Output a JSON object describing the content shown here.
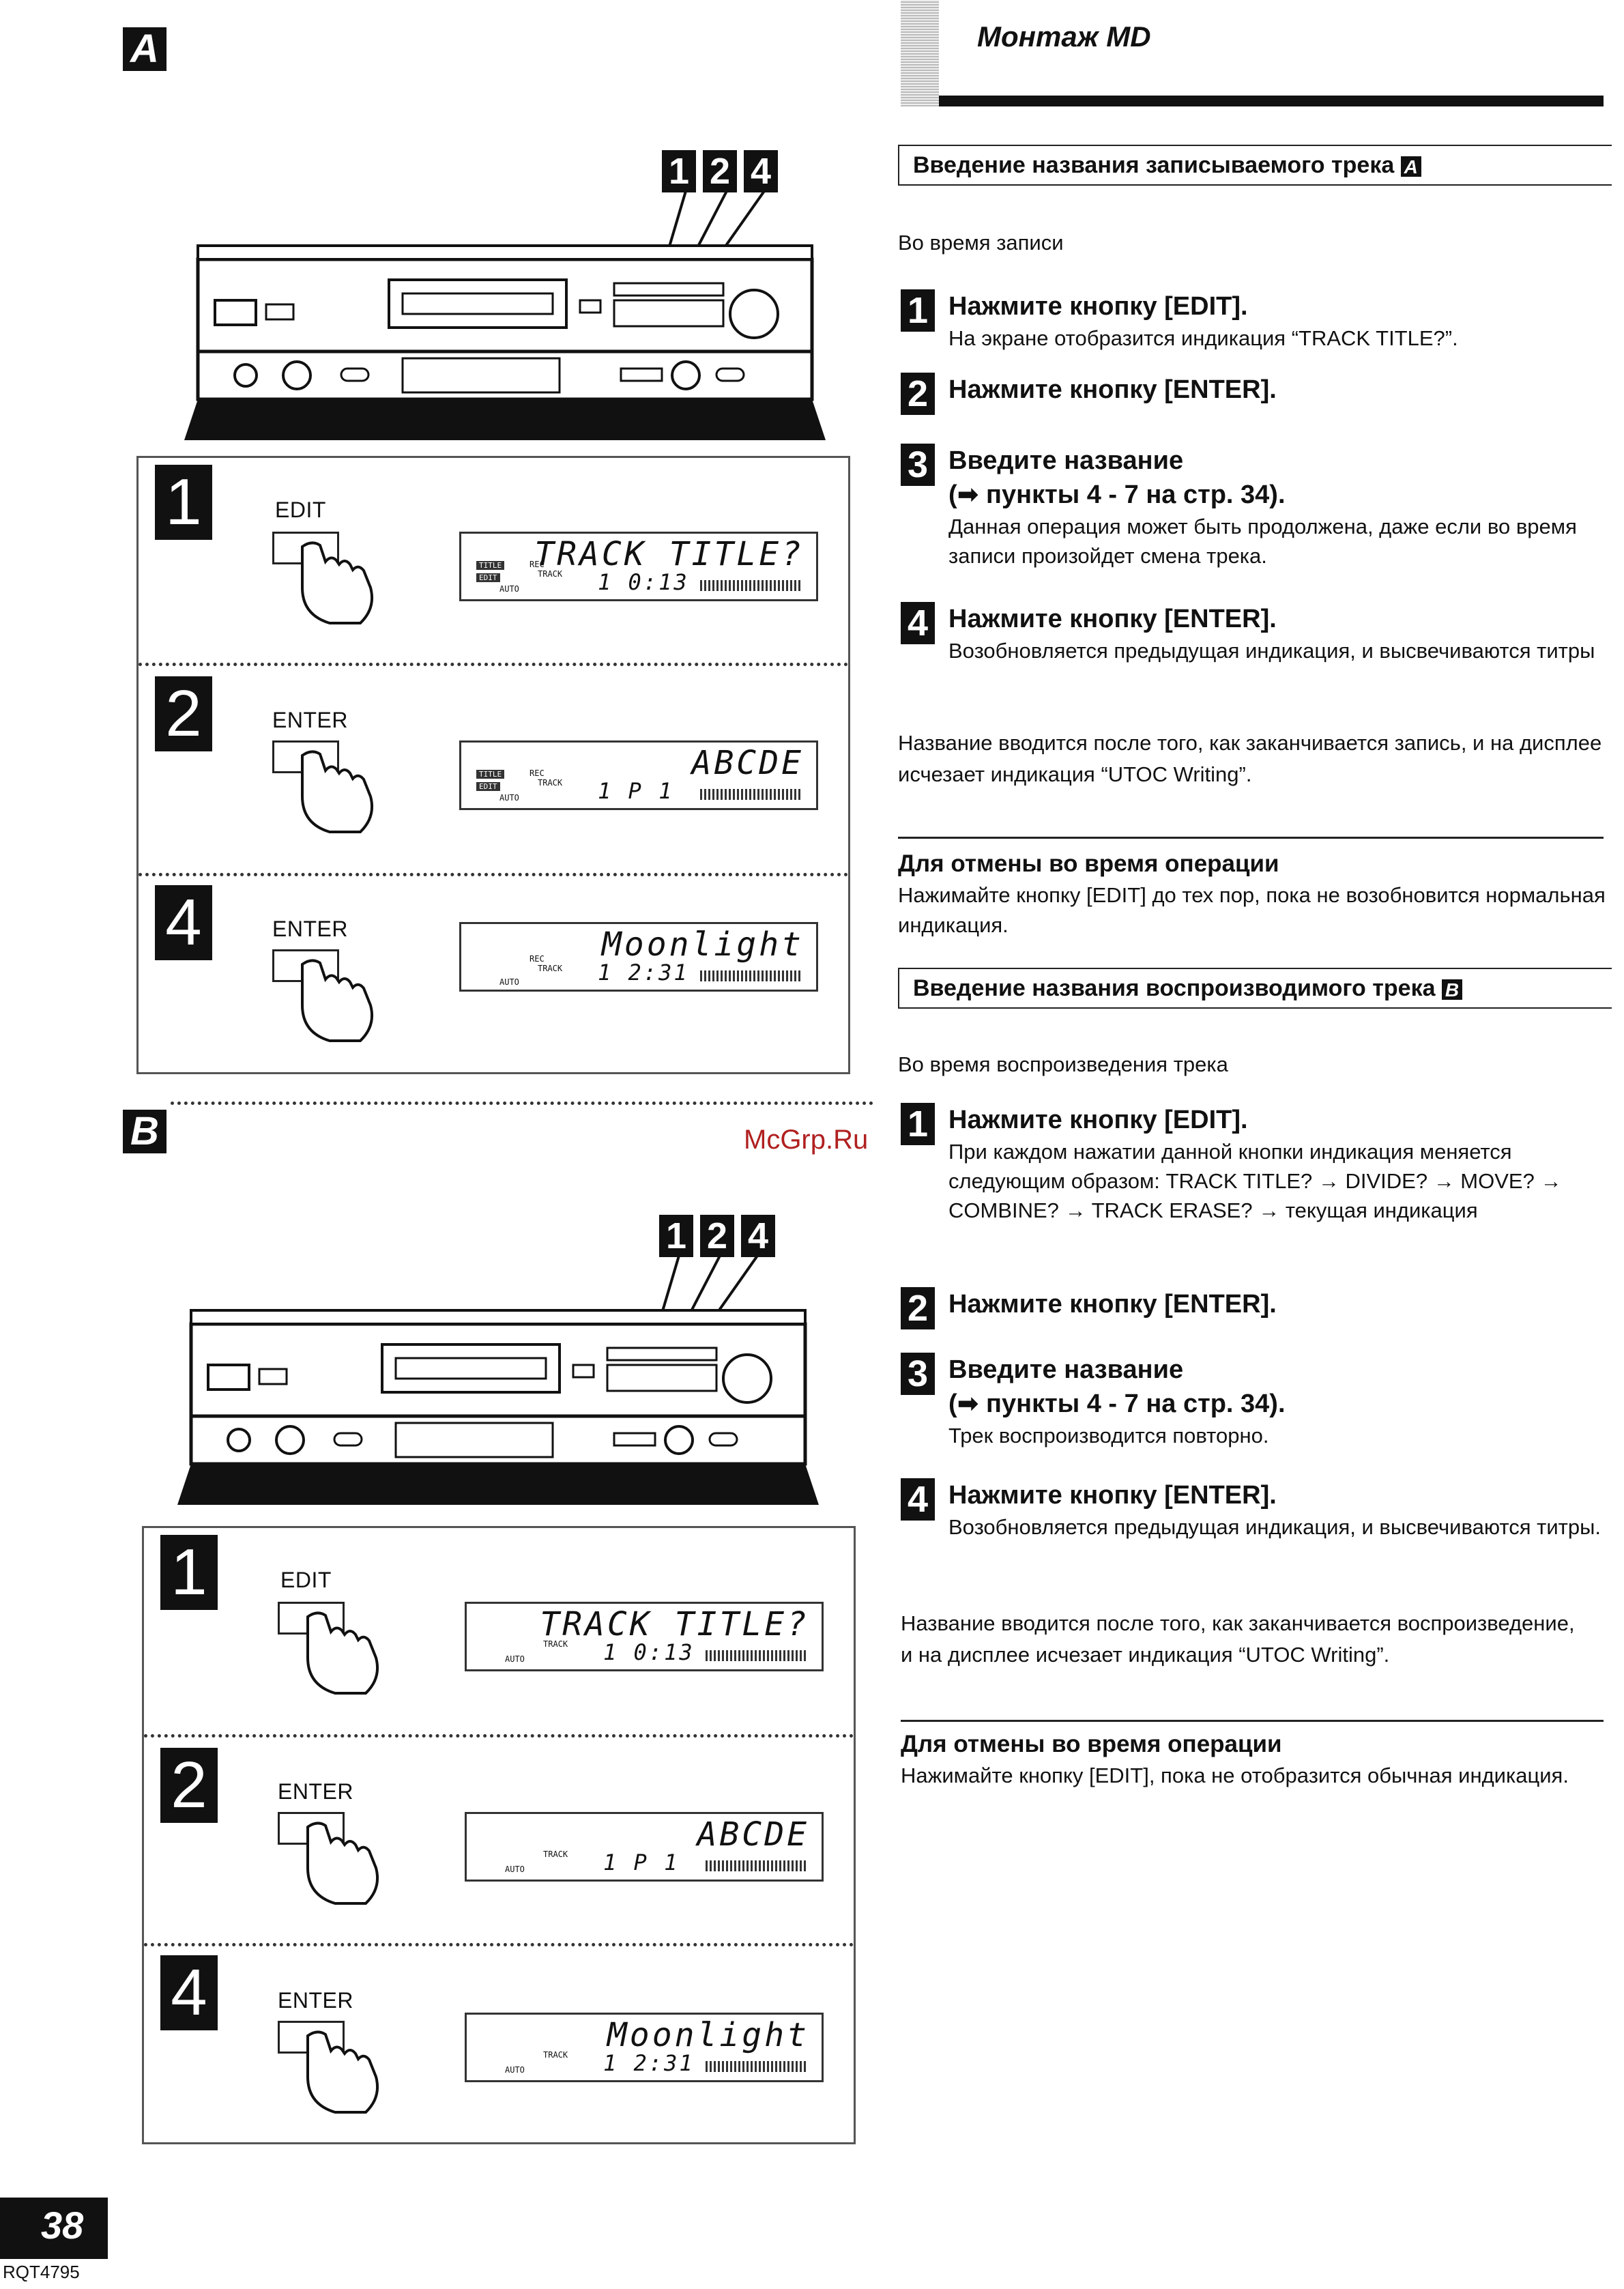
{
  "header": {
    "title": "Монтаж MD"
  },
  "section_a": {
    "letter": "A",
    "callout_numbers": [
      "1",
      "2",
      "4"
    ],
    "panels": [
      {
        "number": "1",
        "button": "EDIT",
        "lcd_main": "TRACK TITLE?",
        "lcd_sub": "1  0:13"
      },
      {
        "number": "2",
        "button": "ENTER",
        "lcd_main": "ABCDE",
        "lcd_sub": "1 P   1"
      },
      {
        "number": "4",
        "button": "ENTER",
        "lcd_main": "Moonlight",
        "lcd_sub": "1  2:31"
      }
    ],
    "lcd_labels": {
      "rec": "REC",
      "track": "TRACK",
      "auto": "AUTO",
      "title": "TITLE",
      "edit": "EDIT"
    }
  },
  "section_b": {
    "letter": "B",
    "callout_numbers": [
      "1",
      "2",
      "4"
    ],
    "panels": [
      {
        "number": "1",
        "button": "EDIT",
        "lcd_main": "TRACK TITLE?",
        "lcd_sub": "1  0:13"
      },
      {
        "number": "2",
        "button": "ENTER",
        "lcd_main": "ABCDE",
        "lcd_sub": "1 P   1"
      },
      {
        "number": "4",
        "button": "ENTER",
        "lcd_main": "Moonlight",
        "lcd_sub": "1  2:31"
      }
    ],
    "lcd_labels": {
      "track": "TRACK",
      "auto": "AUTO"
    }
  },
  "watermark": "McGrp.Ru",
  "right_a": {
    "heading": "Введение названия записываемого трека",
    "heading_letter": "A",
    "intro": "Во время записи",
    "steps": [
      {
        "num": "1",
        "title": "Нажмите кнопку [EDIT].",
        "text": "На экране отобразится индикация “TRACK TITLE?”."
      },
      {
        "num": "2",
        "title": "Нажмите кнопку [ENTER].",
        "text": ""
      },
      {
        "num": "3",
        "title": "Введите название",
        "title2": "(➡ пункты 4 - 7 на стр. 34).",
        "text": "Данная операция может быть продолжена, даже если во время записи произойдет смена трека."
      },
      {
        "num": "4",
        "title": "Нажмите кнопку [ENTER].",
        "text": "Возобновляется предыдущая индикация, и высвечиваются титры"
      }
    ],
    "note": "Название вводится после того, как заканчивается запись, и на дисплее исчезает индикация “UTOC Writing”.",
    "cancel_title": "Для отмены во время операции",
    "cancel_text": "Нажимайте кнопку [EDIT] до тех пор, пока не возобновится нормальная индикация."
  },
  "right_b": {
    "heading": "Введение названия воспроизводимого трека",
    "heading_letter": "B",
    "intro": "Во время воспроизведения трека",
    "steps": [
      {
        "num": "1",
        "title": "Нажмите кнопку [EDIT].",
        "text": "При каждом нажатии данной кнопки индикация меняется следующим образом: TRACK TITLE? → DIVIDE? → MOVE? → COMBINE? → TRACK ERASE? → текущая индикация"
      },
      {
        "num": "2",
        "title": "Нажмите кнопку [ENTER].",
        "text": ""
      },
      {
        "num": "3",
        "title": "Введите название",
        "title2": "(➡ пункты 4 - 7 на стр. 34).",
        "text": "Трек воспроизводится повторно."
      },
      {
        "num": "4",
        "title": "Нажмите кнопку [ENTER].",
        "text": "Возобновляется предыдущая индикация, и высвечиваются титры."
      }
    ],
    "note": "Название вводится после того, как заканчивается воспроизведение, и на дисплее исчезает индикация “UTOC Writing”.",
    "cancel_title": "Для отмены во время операции",
    "cancel_text": "Нажимайте кнопку [EDIT], пока не отобразится обычная индикация."
  },
  "footer": {
    "page_number": "38",
    "code": "RQT4795"
  }
}
